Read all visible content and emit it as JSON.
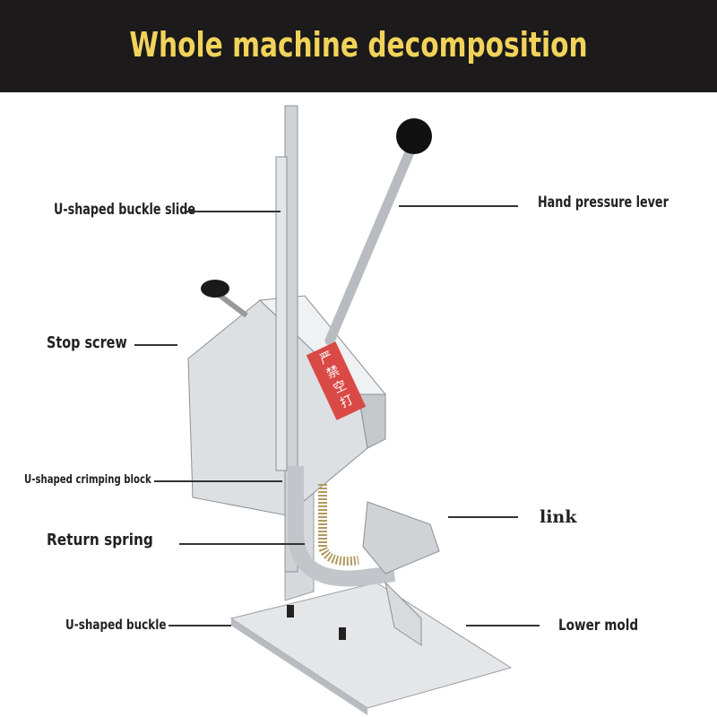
{
  "title": "Whole machine decomposition",
  "sticker": "严禁空打",
  "labels": {
    "slide": "U-shaped buckle slide",
    "lever": "Hand pressure lever",
    "stop": "Stop screw",
    "crimp": "U-shaped crimping block",
    "link": "link",
    "spring": "Return spring",
    "buckle": "U-shaped buckle",
    "mold": "Lower mold"
  },
  "colors": {
    "header": "#1c1a1a",
    "title": "#f2d35a",
    "sticker": "#d94a46"
  }
}
